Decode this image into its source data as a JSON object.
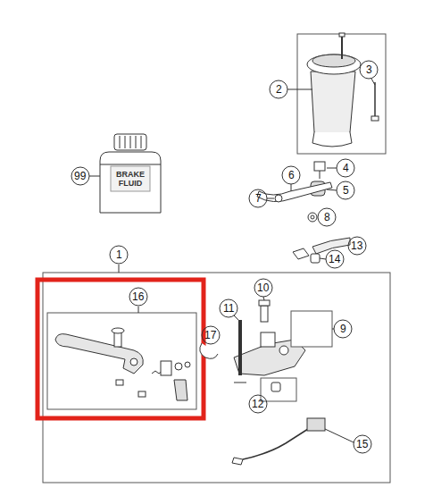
{
  "diagram": {
    "labels": [
      "2",
      "3",
      "99",
      "BRAKE FLUID",
      "4",
      "6",
      "5",
      "7",
      "8",
      "13",
      "14",
      "1",
      "16",
      "10",
      "11",
      "9",
      "17",
      "12",
      "15"
    ]
  }
}
